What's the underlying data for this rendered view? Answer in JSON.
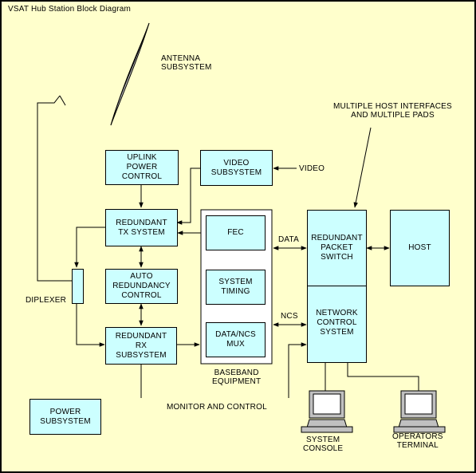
{
  "title": "VSAT Hub Station Block Diagram",
  "blocks": {
    "uplink_power_control": "UPLINK\nPOWER\nCONTROL",
    "video_subsystem": "VIDEO\nSUBSYSTEM",
    "redundant_tx_system": "REDUNDANT\nTX SYSTEM",
    "auto_redundancy_control": "AUTO\nREDUNDANCY\nCONTROL",
    "redundant_rx_subsystem": "REDUNDANT\nRX\nSUBSYSTEM",
    "fec": "FEC",
    "system_timing": "SYSTEM\nTIMING",
    "data_ncs_mux": "DATA/NCS\nMUX",
    "redundant_packet_switch": "REDUNDANT\nPACKET\nSWITCH",
    "network_control_system": "NETWORK\nCONTROL\nSYSTEM",
    "host": "HOST",
    "power_subsystem": "POWER\nSUBSYSTEM"
  },
  "labels": {
    "antenna_subsystem": "ANTENNA\nSUBSYSTEM",
    "multiple_host_interfaces": "MULTIPLE HOST INTERFACES\nAND MULTIPLE PADS",
    "video": "VIDEO",
    "data": "DATA",
    "ncs": "NCS",
    "diplexer": "DIPLEXER",
    "baseband_equipment": "BASEBAND\nEQUIPMENT",
    "monitor_and_control": "MONITOR AND CONTROL",
    "system_console": "SYSTEM\nCONSOLE",
    "operators_terminal": "OPERATORS\nTERMINAL"
  },
  "colors": {
    "background": "#ffffcc",
    "block_fill": "#ccffff",
    "line": "#000000"
  }
}
